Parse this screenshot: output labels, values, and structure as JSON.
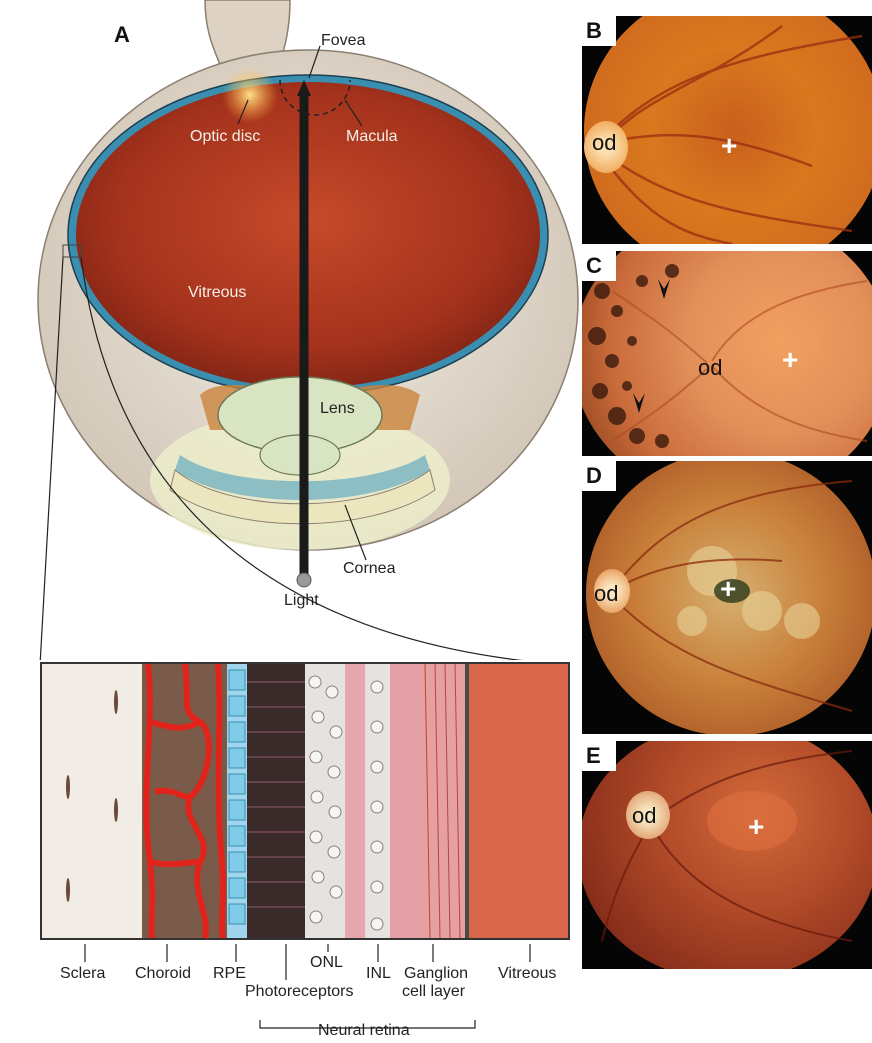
{
  "panel_a": {
    "letter": "A",
    "labels": {
      "fovea": "Fovea",
      "optic_disc": "Optic disc",
      "macula": "Macula",
      "vitreous": "Vitreous",
      "lens": "Lens",
      "cornea": "Cornea",
      "light": "Light"
    }
  },
  "retina_section": {
    "layers": [
      "Sclera",
      "Choroid",
      "RPE",
      "Photoreceptors",
      "ONL",
      "INL",
      "Ganglion cell layer",
      "Vitreous"
    ],
    "ganglion_line1": "Ganglion",
    "ganglion_line2": "cell layer",
    "group_label": "Neural retina"
  },
  "fundus_panels": [
    {
      "letter": "B",
      "od": "od",
      "fovea_mark": "+"
    },
    {
      "letter": "C",
      "od": "od",
      "fovea_mark": "+"
    },
    {
      "letter": "D",
      "od": "od",
      "fovea_mark": "+"
    },
    {
      "letter": "E",
      "od": "od",
      "fovea_mark": "+"
    }
  ],
  "colors": {
    "vitreous_red": "#b8321c",
    "sclera": "#e9e2d8",
    "choroid_vessel": "#e0241b",
    "rpe_blue": "#7fcbe8",
    "fundus_orange": "#d9781e"
  }
}
